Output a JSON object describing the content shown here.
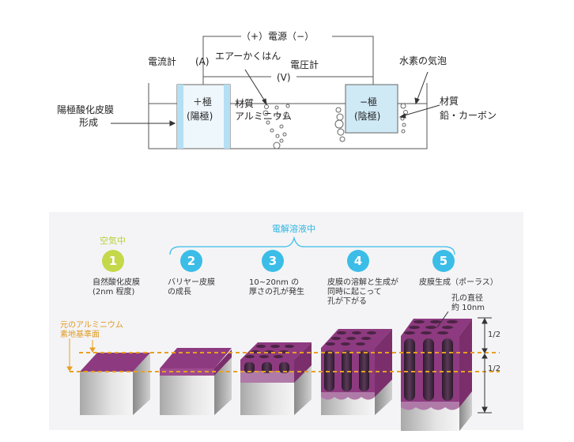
{
  "electrolysis": {
    "power_source": "（+）電源（−）",
    "ammeter": "電流計",
    "ammeter_symbol": "(A)",
    "air_agitation": "エアーかくはん",
    "voltmeter": "電圧計",
    "voltmeter_symbol": "(V)",
    "hydrogen_bubbles": "水素の気泡",
    "anode_line1": "＋極",
    "anode_line2": "(陽極)",
    "cathode_line1": "−極",
    "cathode_line2": "(陰極)",
    "anode_material_label": "材質",
    "anode_material": "アルミニウム",
    "cathode_material_label": "材質",
    "cathode_material": "鉛・カーボン",
    "film_line1": "陽極酸化皮膜",
    "film_line2": "形成"
  },
  "stages": {
    "in_air": "空気中",
    "in_electrolyte": "電解溶液中",
    "steps": [
      {
        "number": "1",
        "color": "#c5d84a",
        "lines": [
          "自然酸化皮膜",
          "(2nm 程度)"
        ]
      },
      {
        "number": "2",
        "color": "#3bbde8",
        "lines": [
          "バリヤー皮膜",
          "の成長"
        ]
      },
      {
        "number": "3",
        "color": "#3bbde8",
        "lines": [
          "10~20nm の",
          "厚さの孔が発生"
        ]
      },
      {
        "number": "4",
        "color": "#3bbde8",
        "lines": [
          "皮膜の溶解と生成が",
          "同時に起こって",
          "孔が下がる"
        ]
      },
      {
        "number": "5",
        "color": "#3bbde8",
        "lines": [
          "皮膜生成（ポーラス）"
        ]
      }
    ],
    "pore_diameter_line1": "孔の直径",
    "pore_diameter_line2": "約 10nm",
    "reference_line1": "元のアルミニウム",
    "reference_line2": "素地基準面",
    "half_upper": "1/2",
    "half_lower": "1/2"
  },
  "colors": {
    "oxide": "#8e3a80",
    "reference": "#e8a020",
    "electrolyte": "#3bbde8",
    "air": "#c5d84a",
    "electrode": "#cfe9f5"
  }
}
